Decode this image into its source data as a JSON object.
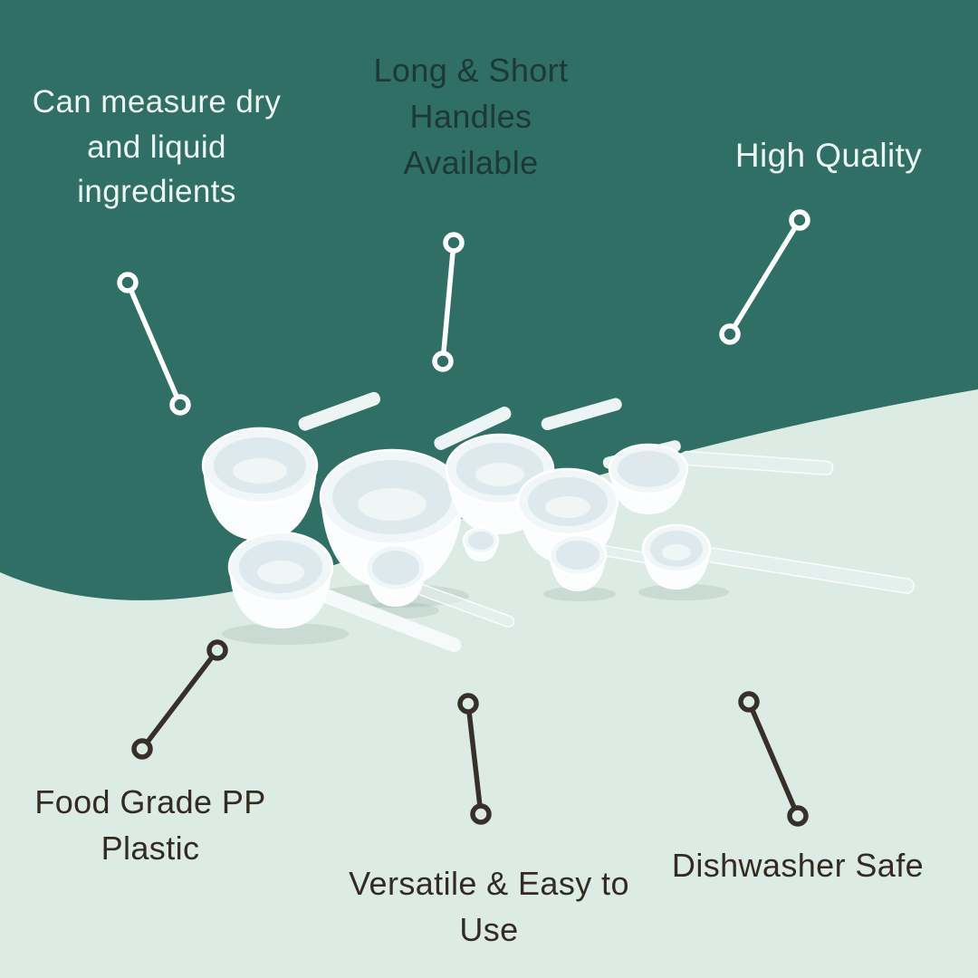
{
  "product": {
    "description": "White plastic measuring scoops and spoons with long and short handles"
  },
  "colors": {
    "teal_background": "#2f6f66",
    "mint_background": "#dcebe3",
    "light_text": "#eef6f1",
    "dark_text": "#322a23",
    "dark_teal_text": "#1d3835",
    "connector_light": "#ffffff",
    "connector_dark": "#37302a"
  },
  "callouts": {
    "measure": {
      "text": "Can measure dry\nand liquid\ningredients"
    },
    "handles": {
      "text": "Long & Short\nHandles\nAvailable"
    },
    "quality": {
      "text": "High Quality"
    },
    "food_grade": {
      "text": "Food Grade PP\nPlastic"
    },
    "versatile": {
      "text": "Versatile & Easy to\nUse"
    },
    "dishwasher": {
      "text": "Dishwasher Safe"
    }
  }
}
